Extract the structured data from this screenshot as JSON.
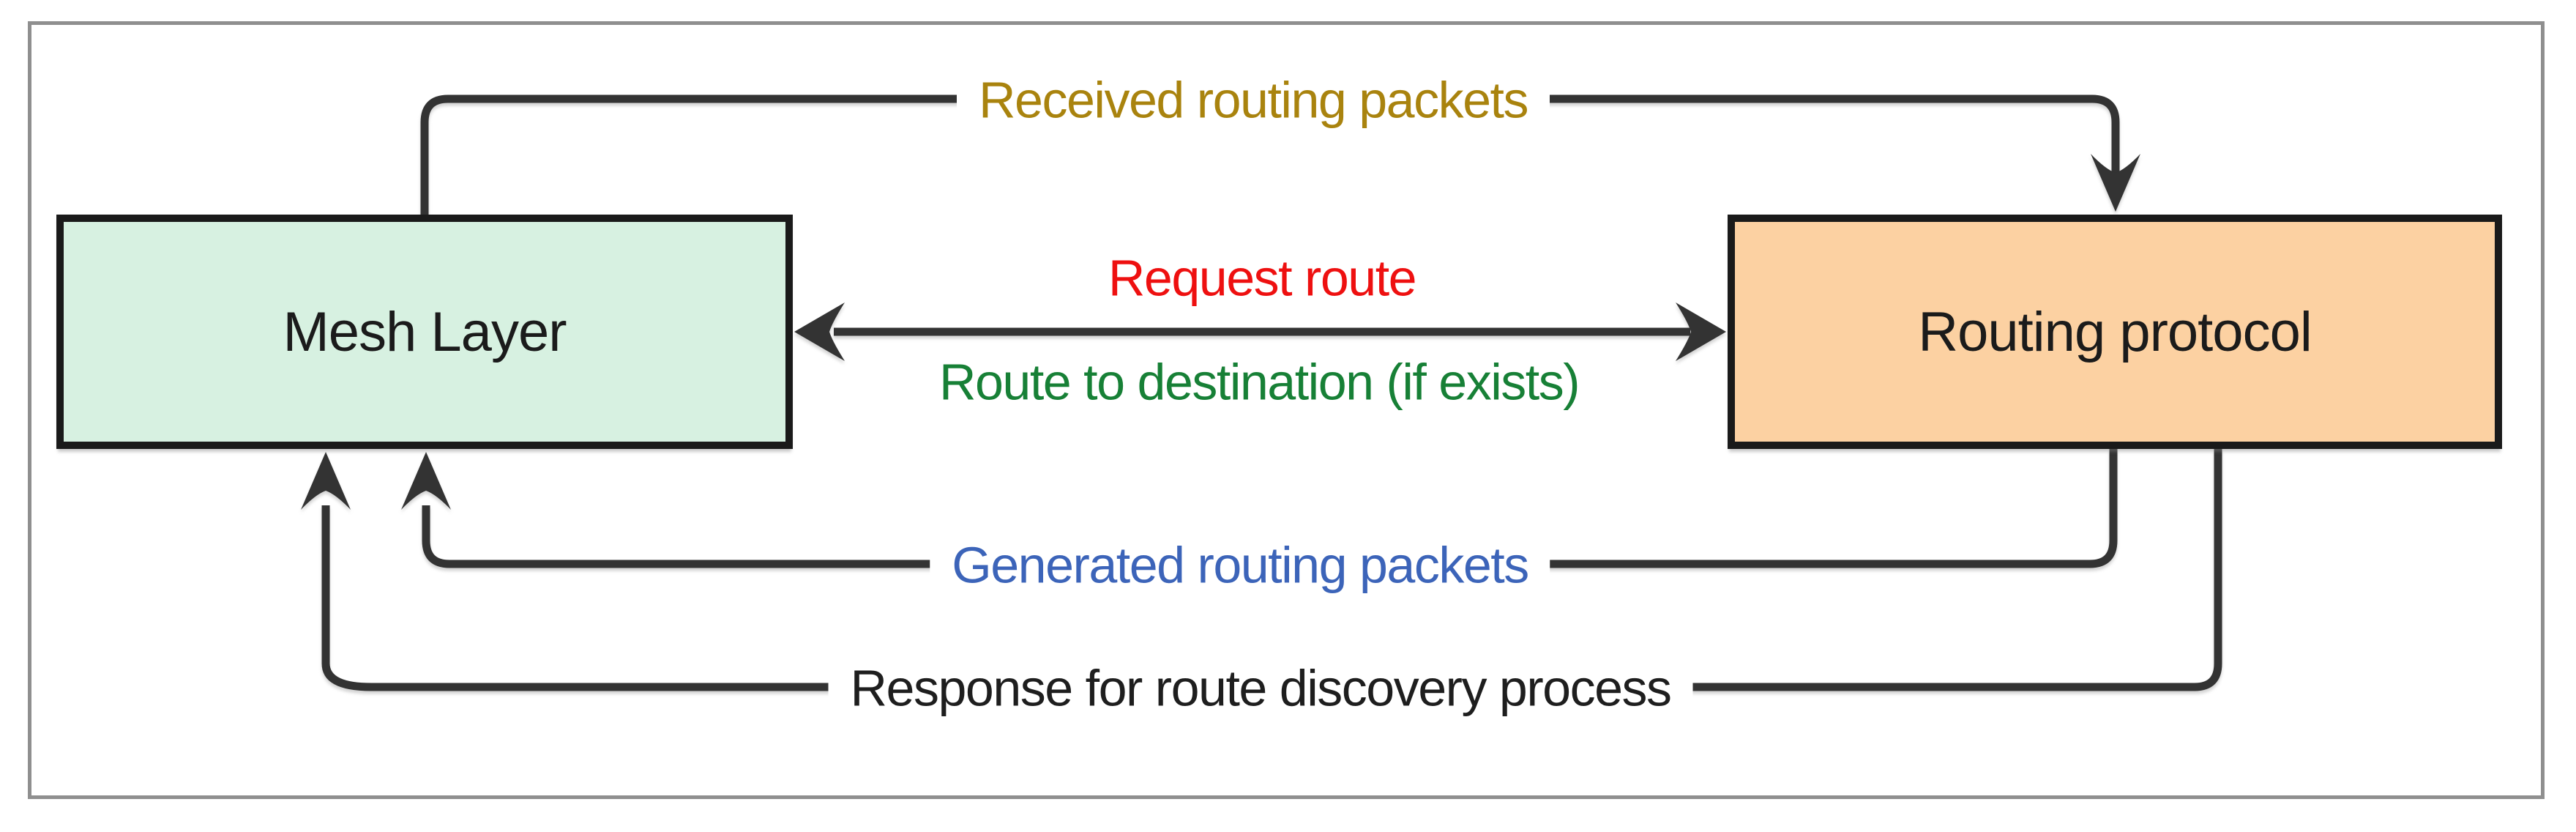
{
  "colors": {
    "line": "#333333",
    "node-border": "#1a1a1a",
    "node-text": "#1b1b1b",
    "mesh-fill": "#d7f1e1",
    "routing-fill": "#fcd1a2",
    "gold": "#a9830e",
    "red": "#ee1010",
    "green": "#178036",
    "blue": "#3c64b9",
    "black-label": "#1e1e1e",
    "frame": "#8f8f8f",
    "bg": "#ffffff"
  },
  "nodes": {
    "mesh": {
      "label": "Mesh Layer",
      "fill": "#d7f1e1"
    },
    "routing": {
      "label": "Routing protocol",
      "fill": "#fcd1a2"
    }
  },
  "edges": {
    "received": {
      "label": "Received routing packets",
      "color": "#a9830e",
      "from": "Mesh Layer",
      "to": "Routing protocol"
    },
    "request": {
      "label": "Request route",
      "color": "#ee1010",
      "between": "Mesh Layer and Routing protocol"
    },
    "route_to_dest": {
      "label": "Route to destination (if exists)",
      "color": "#178036",
      "between": "Mesh Layer and Routing protocol"
    },
    "generated": {
      "label": "Generated routing packets",
      "color": "#3c64b9",
      "from": "Routing protocol",
      "to": "Mesh Layer"
    },
    "response": {
      "label": "Response for route discovery process",
      "color": "#1e1e1e",
      "from": "Routing protocol",
      "to": "Mesh Layer"
    }
  }
}
